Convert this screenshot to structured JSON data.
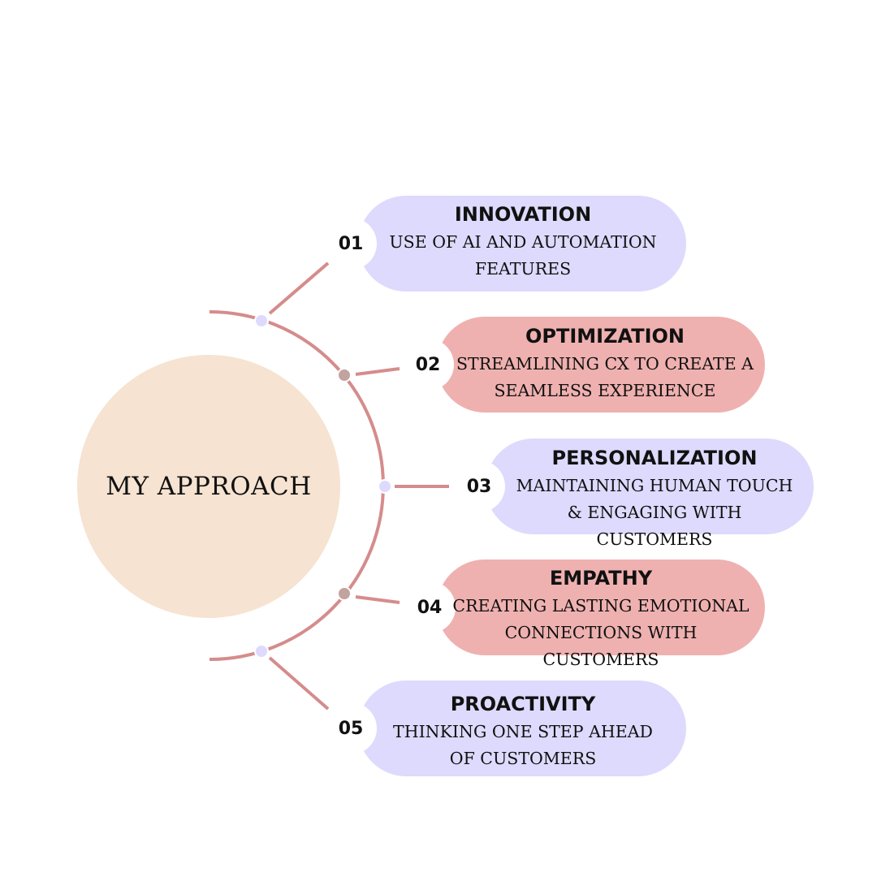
{
  "diagram": {
    "center_label": "MY APPROACH",
    "colors": {
      "center_fill": "#f6e3d1",
      "lavender": "#dedafd",
      "rose": "#efb1b0",
      "connector": "#d58c8c",
      "node_lavender": "#dedafd",
      "node_taupe": "#c2a39f",
      "text": "#111111"
    },
    "items": [
      {
        "number": "01",
        "title": "INNOVATION",
        "description": "USE OF AI AND AUTOMATION FEATURES",
        "color": "lavender"
      },
      {
        "number": "02",
        "title": "OPTIMIZATION",
        "description": "STREAMLINING CX TO CREATE A SEAMLESS EXPERIENCE",
        "color": "rose"
      },
      {
        "number": "03",
        "title": "PERSONALIZATION",
        "description": "MAINTAINING HUMAN TOUCH & ENGAGING WITH CUSTOMERS",
        "color": "lavender"
      },
      {
        "number": "04",
        "title": "EMPATHY",
        "description": "CREATING LASTING EMOTIONAL CONNECTIONS WITH CUSTOMERS",
        "color": "rose"
      },
      {
        "number": "05",
        "title": "PROACTIVITY",
        "description": "THINKING ONE STEP AHEAD OF CUSTOMERS",
        "color": "lavender"
      }
    ]
  }
}
